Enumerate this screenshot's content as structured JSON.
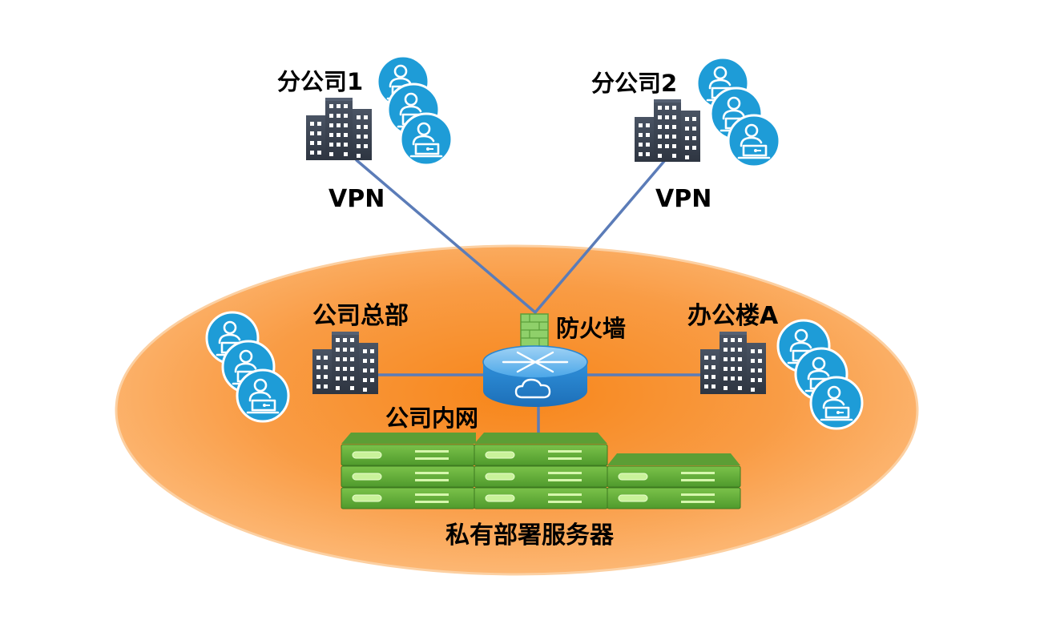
{
  "labels": {
    "branch1": "分公司1",
    "branch2": "分公司2",
    "vpn_left": "VPN",
    "vpn_right": "VPN",
    "headquarters": "公司总部",
    "firewall": "防火墙",
    "office_a": "办公楼A",
    "intranet": "公司内网",
    "servers": "私有部署服务器"
  },
  "colors": {
    "link_line": "#5b7cb8",
    "ellipse_center": "#f78a1e",
    "ellipse_edge": "#fdb773",
    "building": "#3b4452",
    "user_circle": "#1e9cd7",
    "router": "#2d8fd9",
    "firewall": "#8fd06a",
    "server": "#6cb33e"
  },
  "icons": {
    "building": "office-building-icon",
    "users": "user-laptop-icon",
    "router": "cloud-router-icon",
    "firewall": "firewall-icon",
    "server": "server-rack-icon"
  }
}
